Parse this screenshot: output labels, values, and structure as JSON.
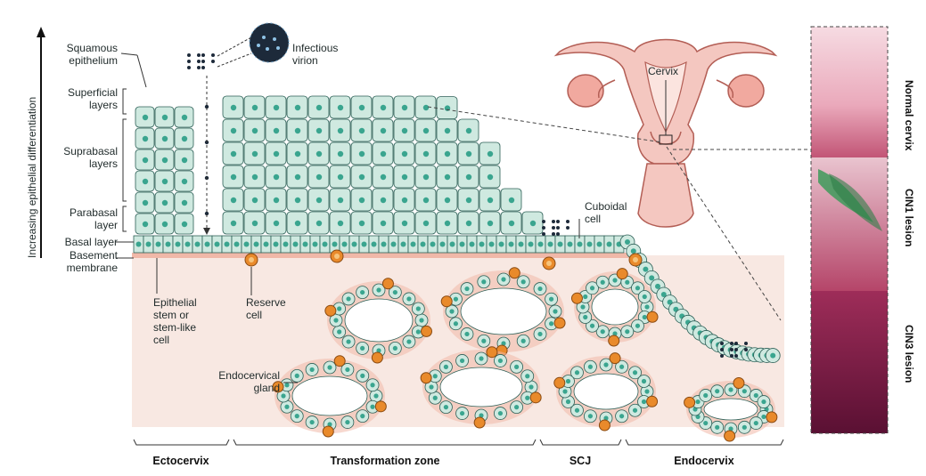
{
  "axis_label": "Increasing epithelial differentiation",
  "labels": {
    "squamous_epithelium": [
      "Squamous",
      "epithelium"
    ],
    "infectious_virion": [
      "Infectious",
      "virion"
    ],
    "superficial_layers": [
      "Superficial",
      "layers"
    ],
    "suprabasal_layers": [
      "Suprabasal",
      "layers"
    ],
    "parabasal_layer": [
      "Parabasal",
      "layer"
    ],
    "basal_layer": "Basal layer",
    "basement_membrane": [
      "Basement",
      "membrane"
    ],
    "epithelial_stem": [
      "Epithelial",
      "stem or",
      "stem-like",
      "cell"
    ],
    "reserve_cell": [
      "Reserve",
      "cell"
    ],
    "endocervical_gland": [
      "Endocervical",
      "gland"
    ],
    "cuboidal_cell": [
      "Cuboidal",
      "cell"
    ],
    "cervix": "Cervix"
  },
  "regions": [
    "Ectocervix",
    "Transformation zone",
    "SCJ",
    "Endocervix"
  ],
  "histology_panels": [
    "Normal cervix",
    "CIN1 lesion",
    "CIN3 lesion"
  ],
  "colors": {
    "cell_fill": "#cfe9e0",
    "nucleus": "#3aa58f",
    "reserve_cell": "#e98a2b",
    "stroma": "#f6e1da",
    "gland_halo": "#f0b8a8",
    "uterus": "#f4c7c0"
  }
}
